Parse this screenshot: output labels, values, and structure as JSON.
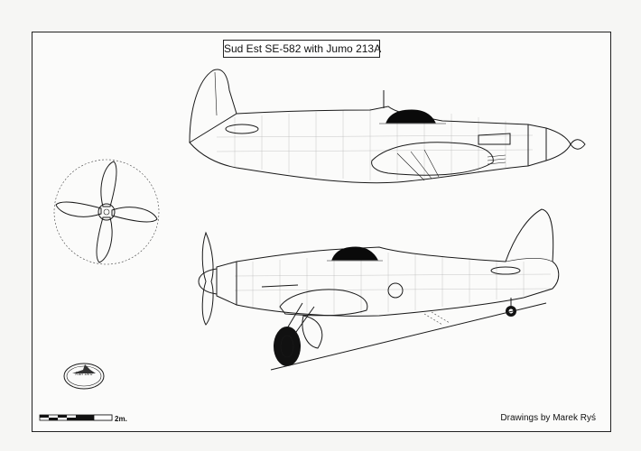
{
  "title": "Sud Est SE-582 with Jumo 213A",
  "credit": "Drawings by Marek Ryś",
  "scale": {
    "label": "2m."
  },
  "logo": {
    "text": "Kari Bird"
  },
  "colors": {
    "line": "#1a1a1a",
    "canopy": "#0a0a0a",
    "grid": "#b8b8b8",
    "paper": "#fbfbfa"
  },
  "icons": [
    "propeller-front-view",
    "aircraft-top-profile",
    "aircraft-bottom-profile",
    "publisher-logo",
    "scale-bar"
  ]
}
